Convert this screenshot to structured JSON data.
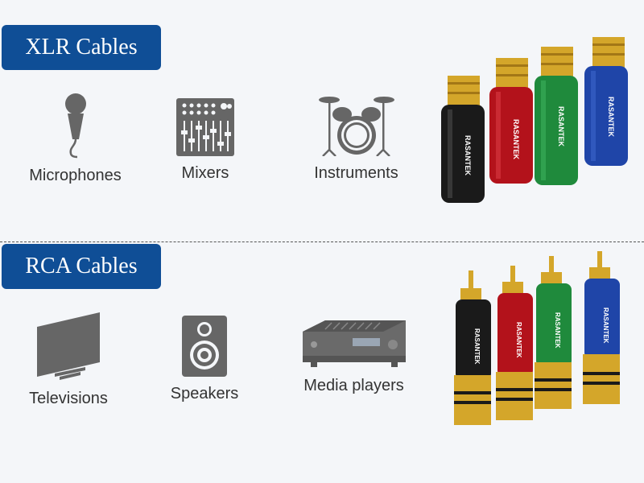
{
  "sections": {
    "xlr": {
      "title": "XLR Cables",
      "items": [
        {
          "label": "Microphones",
          "icon": "microphone-icon"
        },
        {
          "label": "Mixers",
          "icon": "mixer-icon"
        },
        {
          "label": "Instruments",
          "icon": "drum-kit-icon"
        }
      ]
    },
    "rca": {
      "title": "RCA Cables",
      "items": [
        {
          "label": "Televisions",
          "icon": "television-icon"
        },
        {
          "label": "Speakers",
          "icon": "speaker-icon"
        },
        {
          "label": "Media players",
          "icon": "media-player-icon"
        }
      ]
    }
  },
  "product": {
    "brand": "RASANTEK",
    "connector_colors": [
      "#1a1a1a",
      "#b3121b",
      "#1f8a3c",
      "#1f45a8"
    ],
    "gold": "#d4a62a"
  },
  "colors": {
    "badge": "#0f4e96",
    "icon": "#666666",
    "background": "#f4f6f9"
  }
}
